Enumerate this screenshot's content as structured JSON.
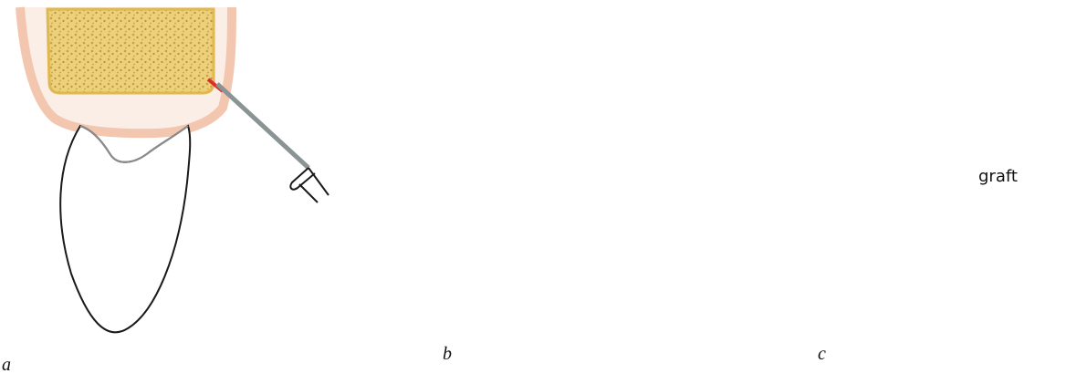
{
  "panels": [
    {
      "id": "a",
      "letter": "a"
    },
    {
      "id": "b",
      "letter": "b"
    },
    {
      "id": "c",
      "letter": "c"
    }
  ],
  "annotations": {
    "graft_label": "graft"
  },
  "colors": {
    "bone_fill": "#ecd07a",
    "bone_texture": "#c8a24a",
    "periosteum": "#f3c6b0",
    "incision": "#d9302a",
    "graft": "#f27654",
    "instrument": "#8a9494",
    "outline": "#1a1a1a"
  }
}
